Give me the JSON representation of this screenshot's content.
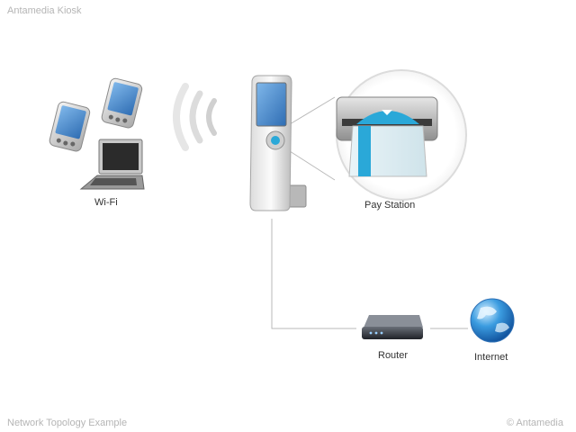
{
  "header": {
    "brand": "Antamedia Kiosk"
  },
  "footer": {
    "caption": "Network Topology Example",
    "copyright": "© Antamedia"
  },
  "nodes": {
    "wifi": {
      "label": "Wi-Fi",
      "icon": "wifi-devices-icon"
    },
    "pay_station": {
      "label": "Pay Station",
      "icon": "card-reader-icon"
    },
    "kiosk": {
      "icon": "kiosk-icon"
    },
    "router": {
      "label": "Router",
      "icon": "router-icon"
    },
    "internet": {
      "label": "Internet",
      "icon": "globe-icon"
    }
  },
  "colors": {
    "connector": "#b9b9b9",
    "screen_blue": "#3f7fc4",
    "card_blue": "#2aa8d8",
    "corner_text": "#b5b5b5"
  }
}
